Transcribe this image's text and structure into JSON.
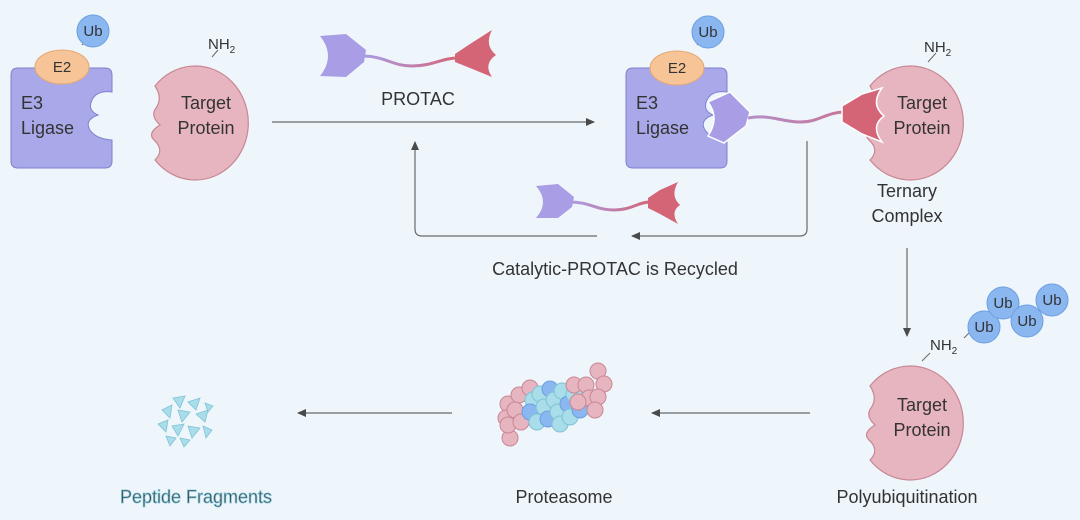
{
  "labels": {
    "ub": "Ub",
    "e2": "E2",
    "e3_line1": "E3",
    "e3_line2": "Ligase",
    "target_line1": "Target",
    "target_line2": "Protein",
    "nh": "NH",
    "nh_sub": "2",
    "protac": "PROTAC",
    "ternary_line1": "Ternary",
    "ternary_line2": "Complex",
    "recycled": "Catalytic-PROTAC is Recycled",
    "polyubiquitination": "Polyubiquitination",
    "proteasome": "Proteasome",
    "peptide_fragments": "Peptide Fragments"
  },
  "colors": {
    "background": "#eef5fb",
    "e3_ligase": "#a9a9ea",
    "e2": "#f7c497",
    "ubiquitin": "#8ab7ef",
    "target_protein": "#e7b5c0",
    "protac_left": "#a99de6",
    "protac_right": "#d46577",
    "arrow": "#4a4a4a",
    "fragment": "#a9dde9"
  }
}
